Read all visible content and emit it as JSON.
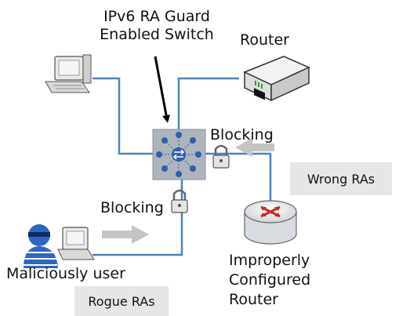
{
  "labels": {
    "switch_title_line1": "IPv6 RA Guard",
    "switch_title_line2": "Enabled Switch",
    "router": "Router",
    "blocking_right": "Blocking",
    "blocking_left": "Blocking",
    "malicious_user": "Maliciously user",
    "improper_line1": "Improperly",
    "improper_line2": "Configured",
    "improper_line3": "Router"
  },
  "callouts": {
    "wrong_ras": "Wrong RAs",
    "rogue_ras": "Rogue RAs"
  },
  "colors": {
    "link": "#4f81bd",
    "switch_body": "#aeb4bd",
    "switch_node": "#2e5fa8",
    "callout_bg": "#e6e6e6",
    "arrow_gray": "#c4c4c4",
    "router_arrow_red": "#d42020"
  }
}
